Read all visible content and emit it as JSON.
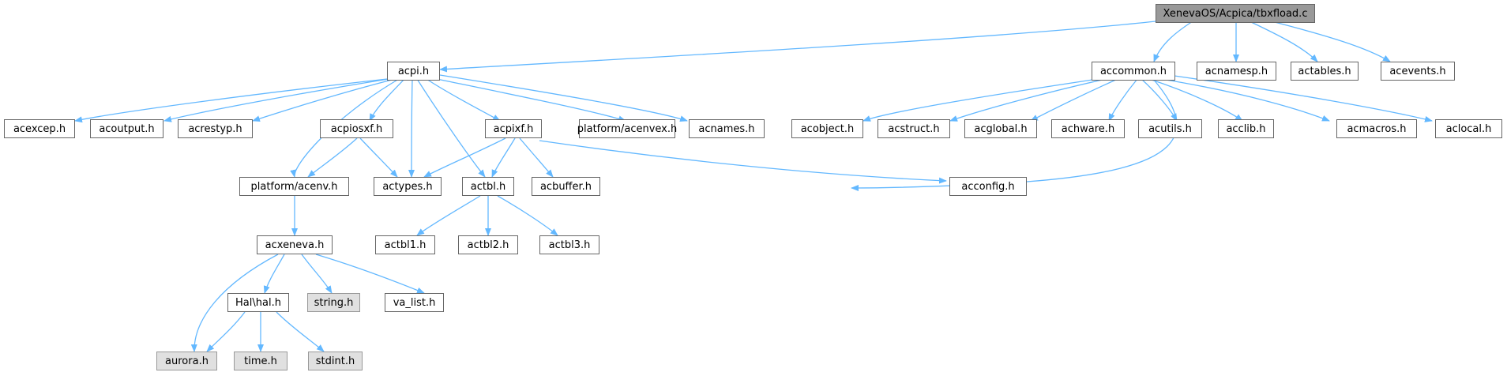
{
  "graph_title": "XenevaOS/Acpica/tbxfload.c",
  "nodes": {
    "root": "XenevaOS/Acpica/tbxfload.c",
    "acpi": "acpi.h",
    "accommon": "accommon.h",
    "acnamesp": "acnamesp.h",
    "actables": "actables.h",
    "acevents": "acevents.h",
    "acexcep": "acexcep.h",
    "acoutput": "acoutput.h",
    "acrestyp": "acrestyp.h",
    "acpiosxf": "acpiosxf.h",
    "acpixf": "acpixf.h",
    "acenvex": "platform/acenvex.h",
    "acnames": "acnames.h",
    "acobject": "acobject.h",
    "acstruct": "acstruct.h",
    "acglobal": "acglobal.h",
    "achware": "achware.h",
    "acutils": "acutils.h",
    "acclib": "acclib.h",
    "acmacros": "acmacros.h",
    "aclocal": "aclocal.h",
    "acenv": "platform/acenv.h",
    "actypes": "actypes.h",
    "actbl": "actbl.h",
    "acbuffer": "acbuffer.h",
    "acconfig": "acconfig.h",
    "acxeneva": "acxeneva.h",
    "actbl1": "actbl1.h",
    "actbl2": "actbl2.h",
    "actbl3": "actbl3.h",
    "halh": "Hal\\hal.h",
    "string": "string.h",
    "va_list": "va_list.h",
    "aurora": "aurora.h",
    "time": "time.h",
    "stdint": "stdint.h"
  },
  "colors": {
    "edge": "#63b8ff",
    "node_border": "#666666",
    "root_fill": "#999999",
    "system_fill": "#e0e0e0"
  }
}
